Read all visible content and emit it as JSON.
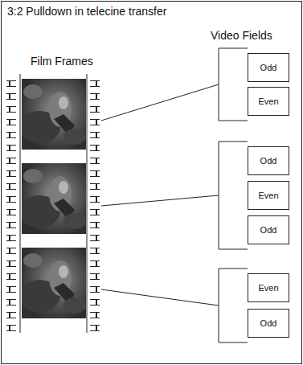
{
  "diagram": {
    "title": "3:2 Pulldown in telecine transfer",
    "nodes": [
      {
        "text": [
          "Odd"
        ]
      },
      {
        "text": [
          "Even"
        ]
      },
      {
        "text": [
          "Odd"
        ]
      },
      {
        "text": [
          "Even"
        ]
      },
      {
        "text": [
          "Odd"
        ]
      },
      {
        "text": [
          "Even"
        ]
      },
      {
        "text": [
          "Odd"
        ]
      }
    ],
    "labels": [
      "Video Fields",
      "Film Frames"
    ]
  }
}
